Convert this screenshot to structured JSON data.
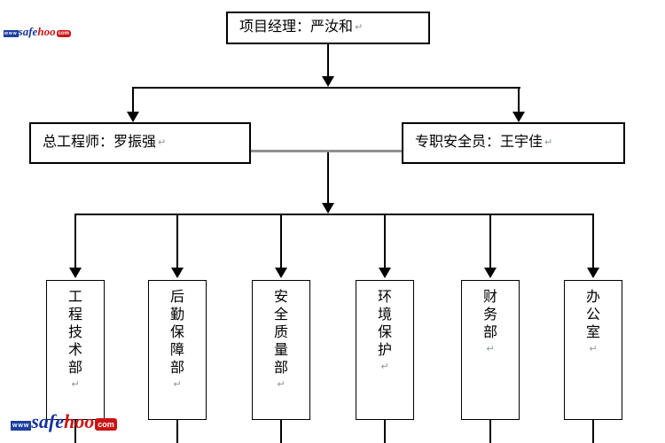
{
  "org": {
    "top": {
      "label": "项目经理：严汝和"
    },
    "level2": [
      {
        "label": "总工程师：罗振强"
      },
      {
        "label": "专职安全员：王宇佳"
      }
    ],
    "departments": [
      {
        "label": "工程技术部"
      },
      {
        "label": "后勤保障部"
      },
      {
        "label": "安全质量部"
      },
      {
        "label": "环境保护"
      },
      {
        "label": "财务部"
      },
      {
        "label": "办公室"
      }
    ],
    "return_mark": "↵"
  },
  "watermark": {
    "www": "www",
    "safe": "safe",
    "hoo": "hoo",
    "com": "com"
  },
  "colors": {
    "line": "#000000",
    "connector_gray": "#909090",
    "return_mark": "#8a94a6",
    "logo_blue": "#1d3f9e",
    "logo_red": "#cc1414",
    "background": "#ffffff"
  }
}
